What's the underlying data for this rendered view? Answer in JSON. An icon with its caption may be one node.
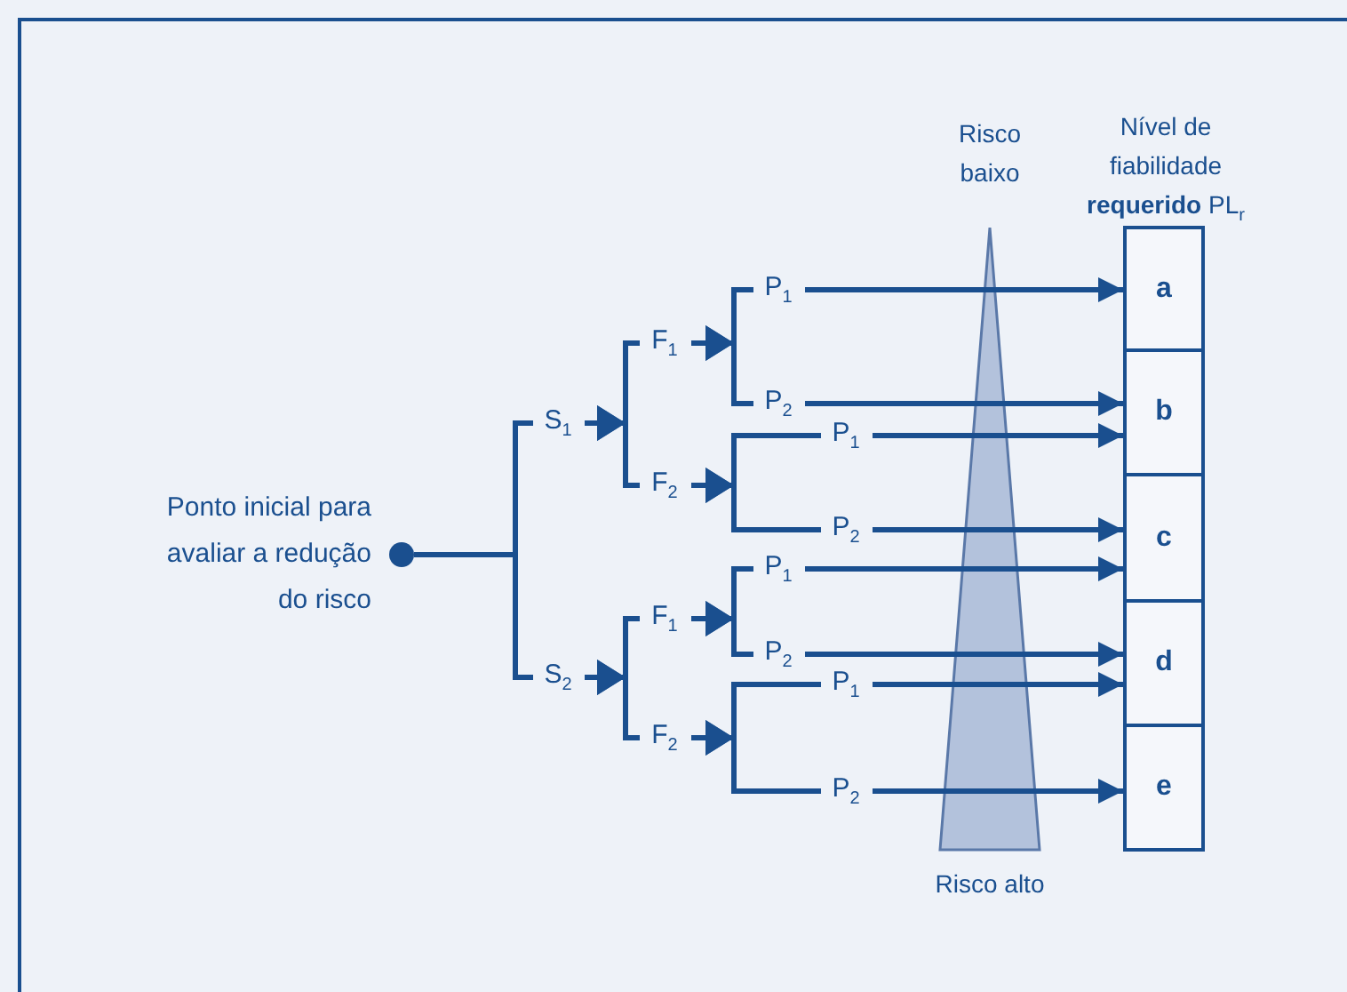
{
  "diagram": {
    "nodes": [
      {
        "text": [],
        "shape": "circle",
        "beside": [
          "Ponto inicial para avaliar a redução do risco"
        ]
      },
      {
        "text": [
          "S$_{1}$"
        ]
      },
      {
        "text": [
          "S$_{2}$"
        ]
      },
      {
        "text": [
          "F$_{1}$"
        ]
      },
      {
        "text": [
          "F$_{2}$"
        ]
      },
      {
        "text": [
          "F$_{1}$"
        ]
      },
      {
        "text": [
          "F$_{2}$"
        ]
      },
      {
        "text": [
          "P$_{1}$"
        ]
      },
      {
        "text": [
          "P$_{2}$"
        ]
      },
      {
        "text": [
          "P$_{1}$"
        ]
      },
      {
        "text": [
          "P$_{2}$"
        ]
      },
      {
        "text": [
          "P$_{1}$"
        ]
      },
      {
        "text": [
          "P$_{2}$"
        ]
      },
      {
        "text": [
          "P$_{1}$"
        ]
      },
      {
        "text": [
          "P$_{2}$"
        ]
      },
      {
        "text": [
          "a"
        ]
      },
      {
        "text": [
          "b"
        ]
      },
      {
        "text": [
          "c"
        ]
      },
      {
        "text": [
          "d"
        ]
      },
      {
        "text": [
          "e"
        ]
      }
    ],
    "edges": [
      {
        "from": 0,
        "to": 1,
        "arrow": "none"
      },
      {
        "from": 0,
        "to": 2,
        "arrow": "none"
      },
      {
        "from": 1,
        "to": 3,
        "arrow": "to"
      },
      {
        "from": 1,
        "to": 4,
        "arrow": "to"
      },
      {
        "from": 2,
        "to": 5,
        "arrow": "to"
      },
      {
        "from": 2,
        "to": 6,
        "arrow": "to"
      },
      {
        "from": 3,
        "to": 7,
        "arrow": "to"
      },
      {
        "from": 3,
        "to": 8,
        "arrow": "to"
      },
      {
        "from": 4,
        "to": 9,
        "arrow": "to"
      },
      {
        "from": 4,
        "to": 10,
        "arrow": "to"
      },
      {
        "from": 5,
        "to": 11,
        "arrow": "to"
      },
      {
        "from": 5,
        "to": 12,
        "arrow": "to"
      },
      {
        "from": 6,
        "to": 13,
        "arrow": "to"
      },
      {
        "from": 6,
        "to": 14,
        "arrow": "to"
      },
      {
        "from": 7,
        "to": 15,
        "arrow": "to"
      },
      {
        "from": 8,
        "to": 16,
        "arrow": "to"
      },
      {
        "from": 9,
        "to": 16,
        "arrow": "to"
      },
      {
        "from": 10,
        "to": 17,
        "arrow": "to"
      },
      {
        "from": 11,
        "to": 17,
        "arrow": "to"
      },
      {
        "from": 12,
        "to": 18,
        "arrow": "to"
      },
      {
        "from": 13,
        "to": 18,
        "arrow": "to"
      },
      {
        "from": 14,
        "to": 19,
        "arrow": "to"
      }
    ],
    "labels": [
      "Risco baixo",
      "Nível de fiabilidade **requerido** PL$_{r}$",
      "Risco alto"
    ]
  }
}
